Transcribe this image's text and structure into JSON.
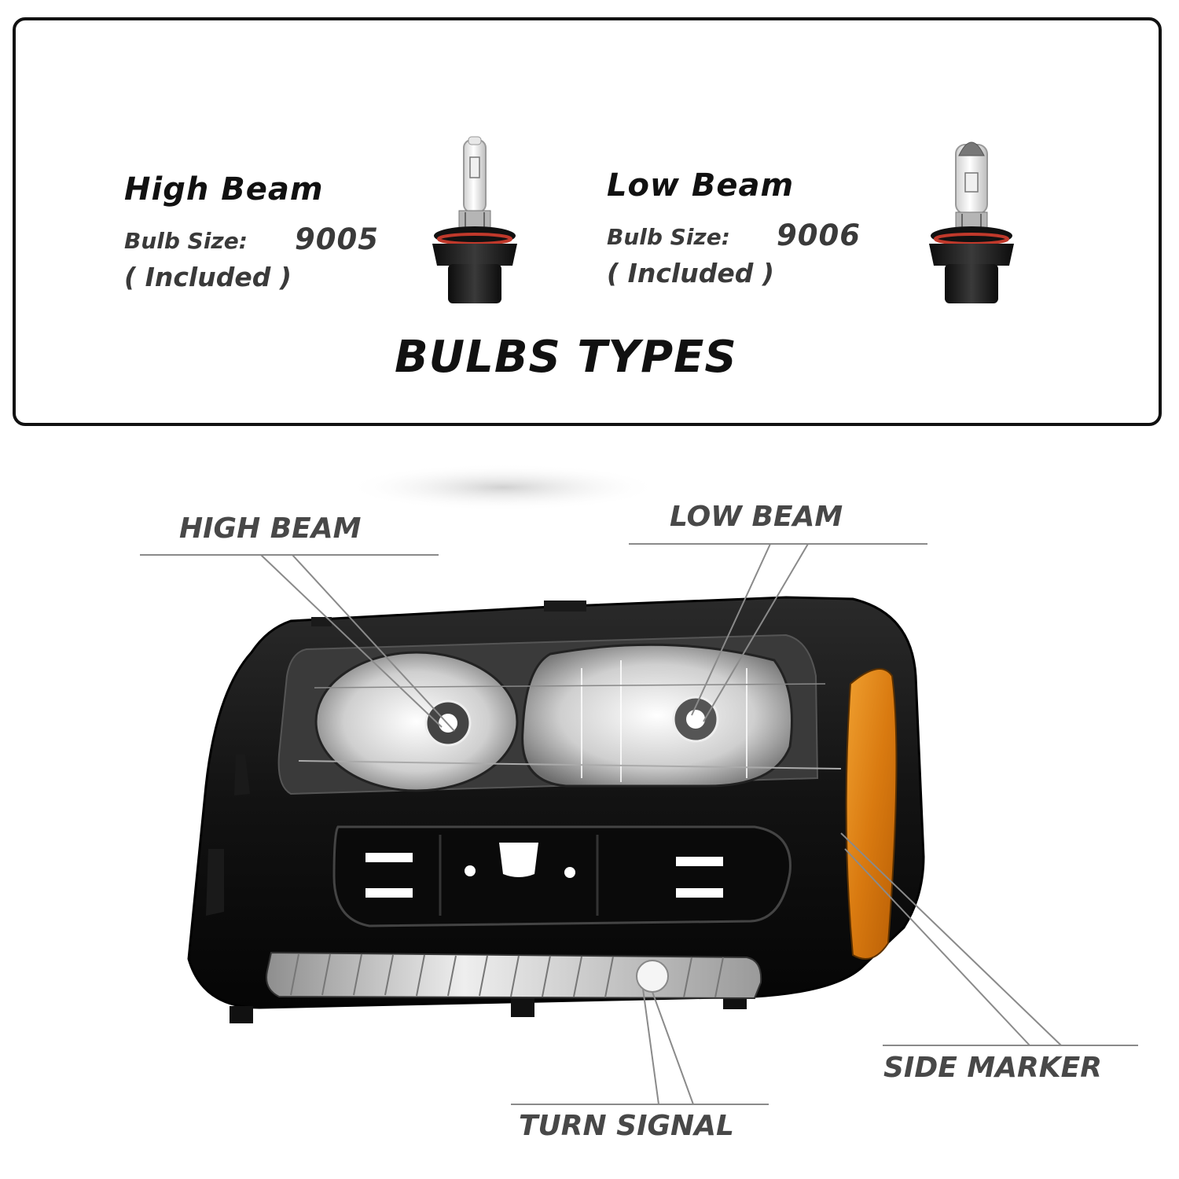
{
  "bulbs_panel": {
    "high_beam": {
      "title": "High Beam",
      "size_label": "Bulb Size:",
      "size_value": "9005",
      "included": "( Included )"
    },
    "low_beam": {
      "title": "Low Beam",
      "size_label": "Bulb Size:",
      "size_value": "9006",
      "included": "( Included )"
    },
    "section_title": "BULBS TYPES"
  },
  "callouts": {
    "high_beam": "HIGH BEAM",
    "low_beam": "LOW BEAM",
    "side_marker": "SIDE MARKER",
    "turn_signal": "TURN SIGNAL"
  },
  "colors": {
    "housing": "#121212",
    "amber": "#d97a10",
    "callout_text": "#484848",
    "bulb_ring": "#c0392b"
  },
  "icons": [
    "bulb-9005-icon",
    "bulb-9006-icon",
    "headlight-assembly-image"
  ]
}
